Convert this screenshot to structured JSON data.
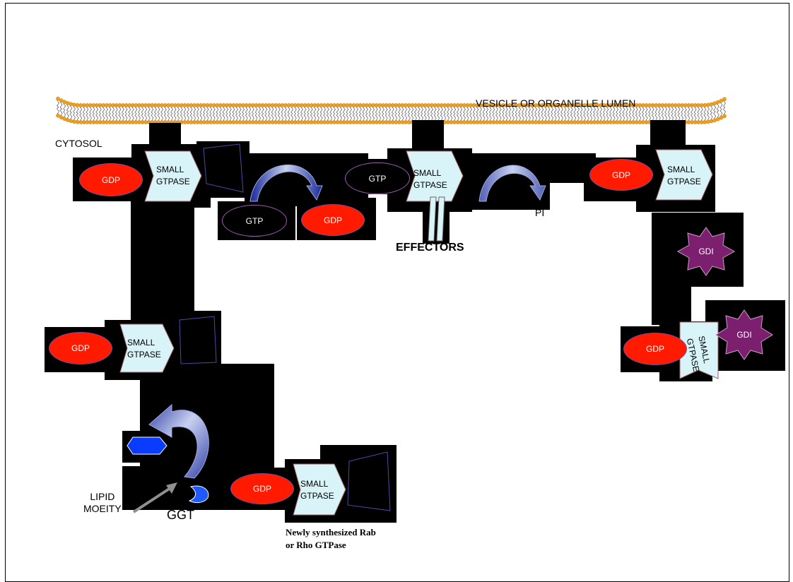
{
  "labels": {
    "lumen": "VESICLE OR ORGANELLE LUMEN",
    "cytosol": "CYTOSOL",
    "effectors": "EFFECTORS",
    "pi": "PI",
    "lipid": "LIPID\nMOEITY",
    "ggt": "GGT",
    "caption": "Newly synthesized Rab\nor Rho GTPase"
  },
  "nucleotides": {
    "gdp": "GDP",
    "gtp": "GTP"
  },
  "small_gtpase": {
    "line1": "SMALL",
    "line2": "GTPASE"
  },
  "gdi": "GDI",
  "colors": {
    "gdp_fill": "#ff1a00",
    "gtpase_fill": "#d8f4f8",
    "gdi_fill": "#7b1f6e",
    "arrow_fill": "#2b3a9e",
    "membrane_head": "#f0a020"
  }
}
